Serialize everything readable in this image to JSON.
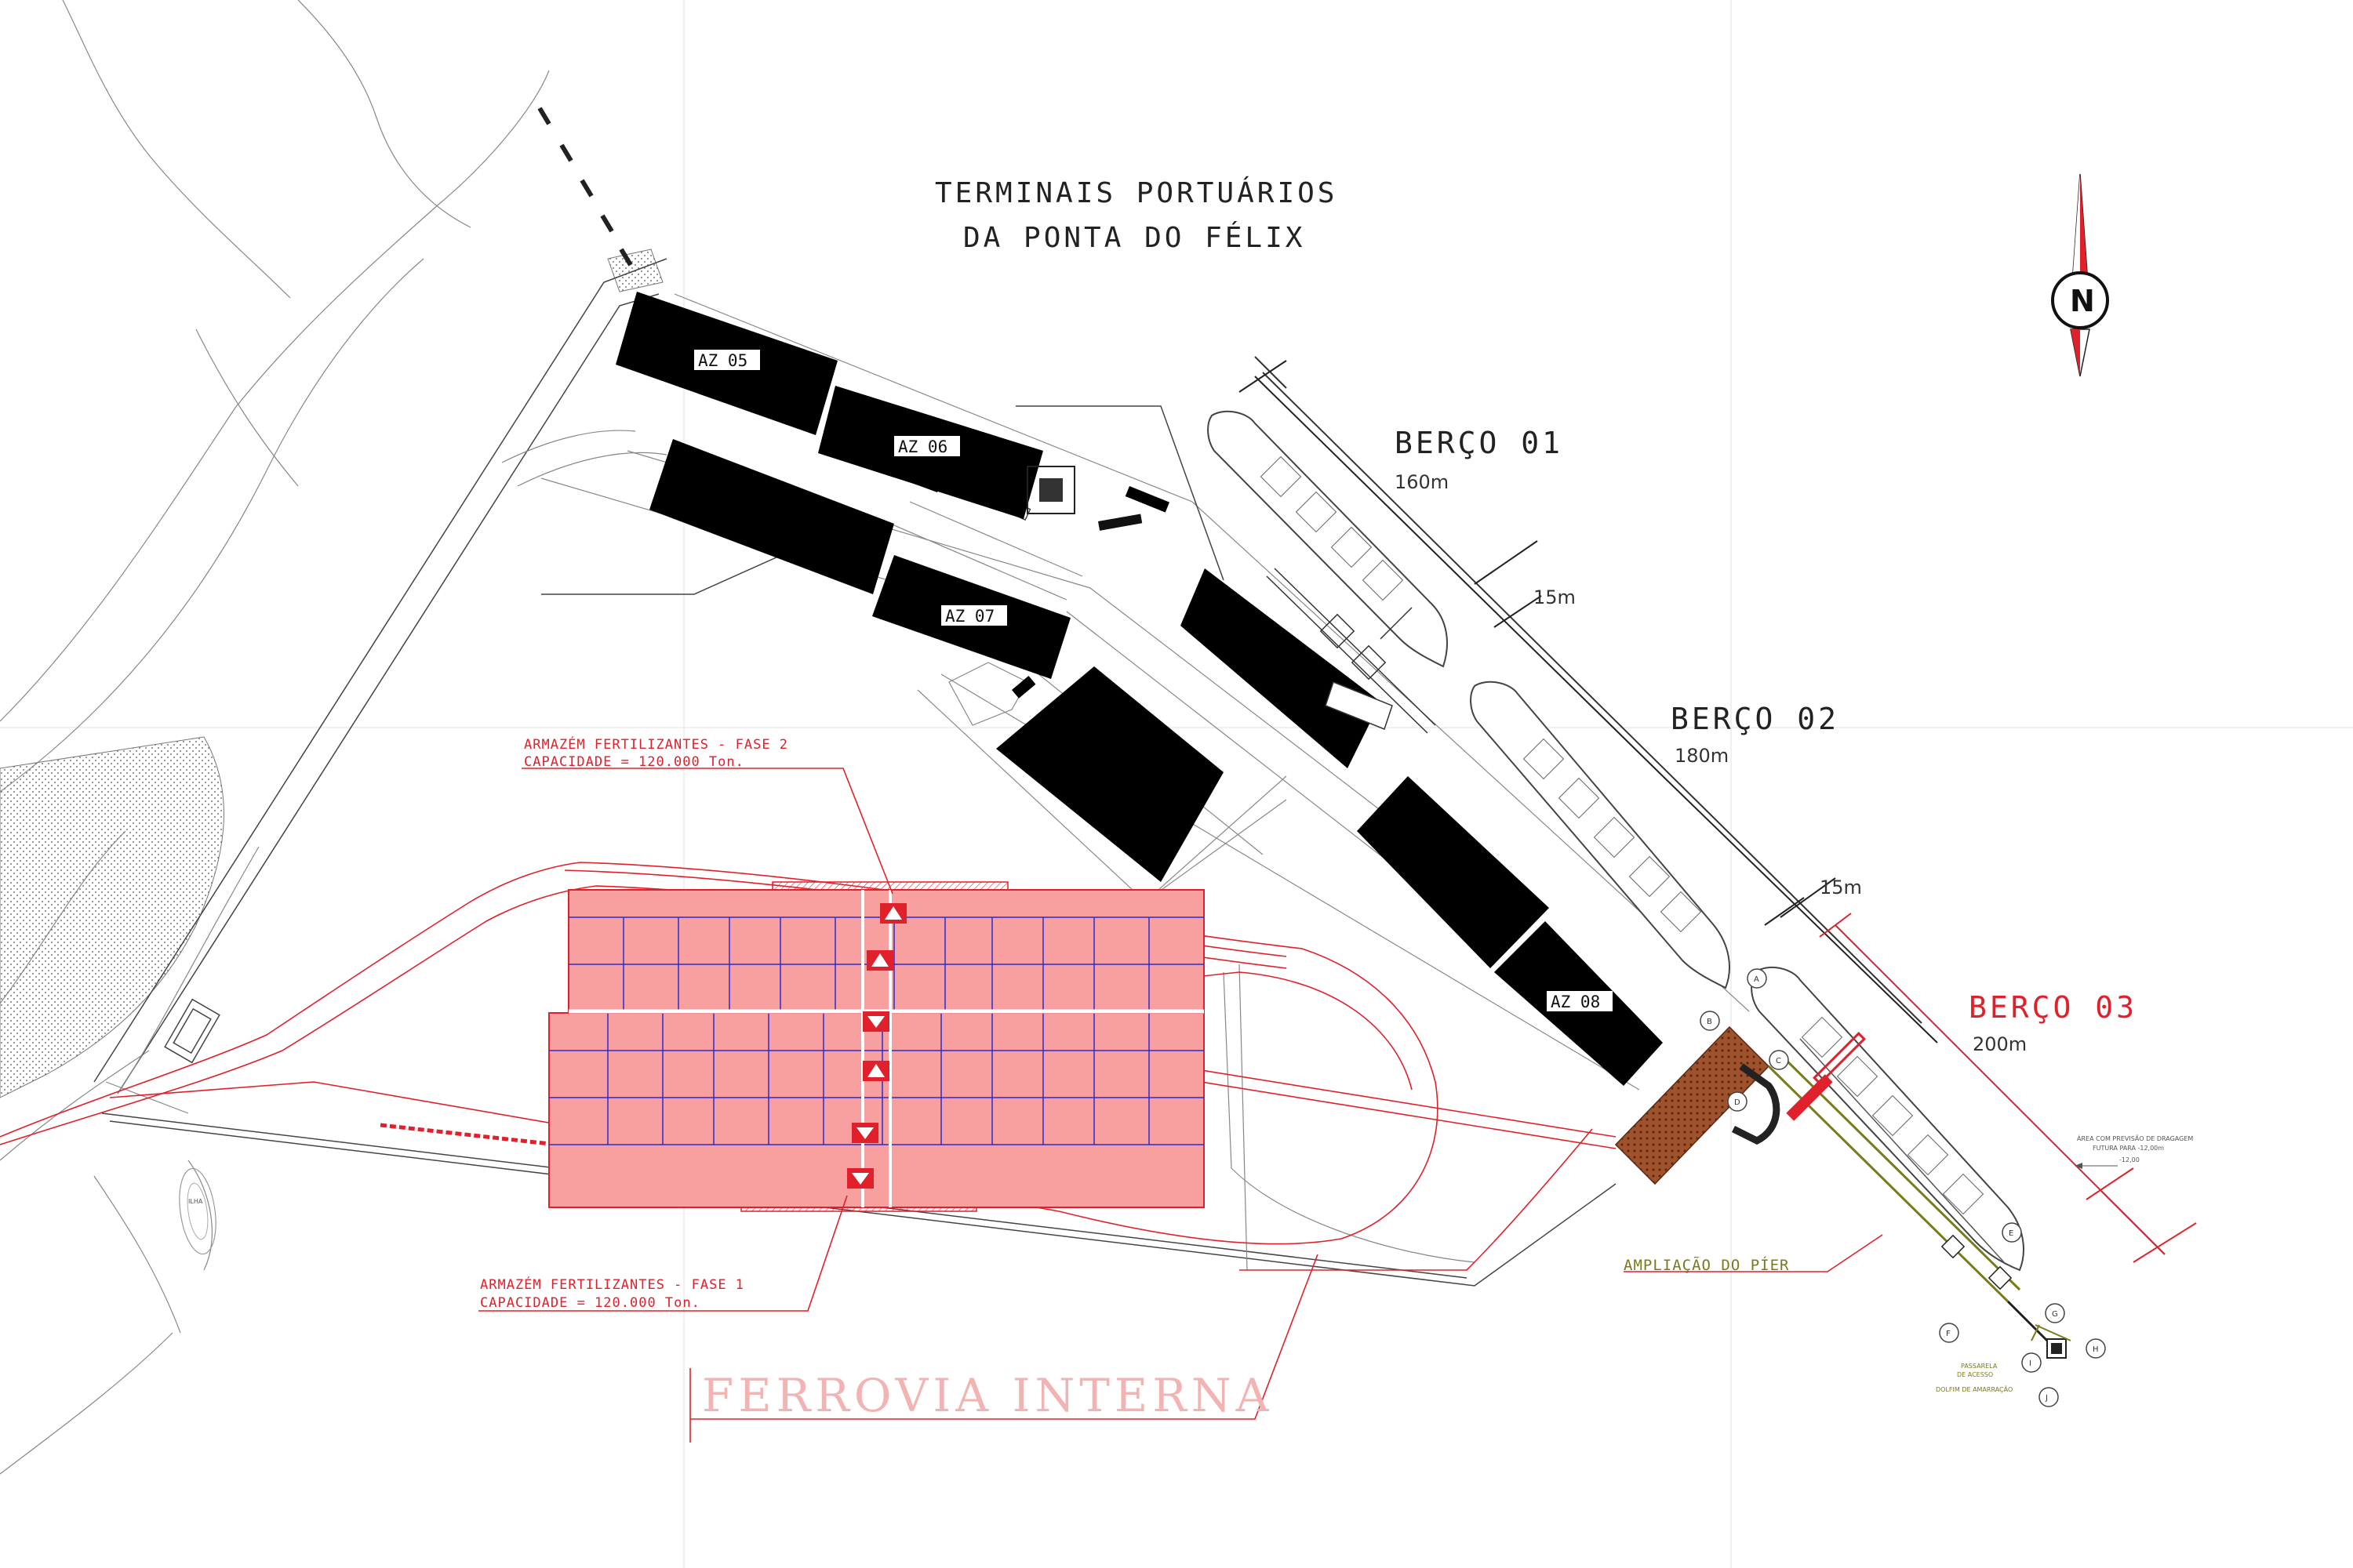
{
  "title": {
    "line1": "TERMINAIS PORTUÁRIOS",
    "line2": "DA PONTA DO FÉLIX"
  },
  "north_arrow": {
    "letter": "N",
    "icon": "north-arrow-icon"
  },
  "berths": [
    {
      "name": "BERÇO 01",
      "length": "160m"
    },
    {
      "name": "BERÇO 02",
      "length": "180m"
    },
    {
      "name": "BERÇO 03",
      "length": "200m"
    }
  ],
  "spacings": [
    "15m",
    "15m"
  ],
  "warehouses": [
    {
      "label": "AZ 05"
    },
    {
      "label": "AZ 06"
    },
    {
      "label": "AZ 07"
    },
    {
      "label": "AZ 08"
    }
  ],
  "fertilizer_warehouses": [
    {
      "name": "ARMAZÉM FERTILIZANTES - FASE 2",
      "capacity": "CAPACIDADE = 120.000 Ton."
    },
    {
      "name": "ARMAZÉM FERTILIZANTES - FASE 1",
      "capacity": "CAPACIDADE = 120.000 Ton."
    }
  ],
  "railway_label": "FERROVIA INTERNA",
  "pier_label": "AMPLIAÇÃO DO PÍER",
  "small_notes": {
    "dredging_line1": "ÁREA COM PREVISÃO DE DRAGAGEM",
    "dredging_line2": "FUTURA PARA -12,00m",
    "dredging_depth": "-12,00",
    "walkway_line1": "PASSARELA",
    "walkway_line2": "DE ACESSO",
    "mooring_dolphin": "DOLFIM DE AMARRAÇÃO"
  },
  "markers": [
    "A",
    "B",
    "C",
    "D",
    "E",
    "F",
    "G",
    "H",
    "I",
    "J"
  ],
  "colors": {
    "proposed": "#e0202a",
    "proposed_fill": "#f8a0a0",
    "existing_buildings": "#000000",
    "pier_olive": "#7a7a1a",
    "pier_brown": "#8b3a1a"
  }
}
